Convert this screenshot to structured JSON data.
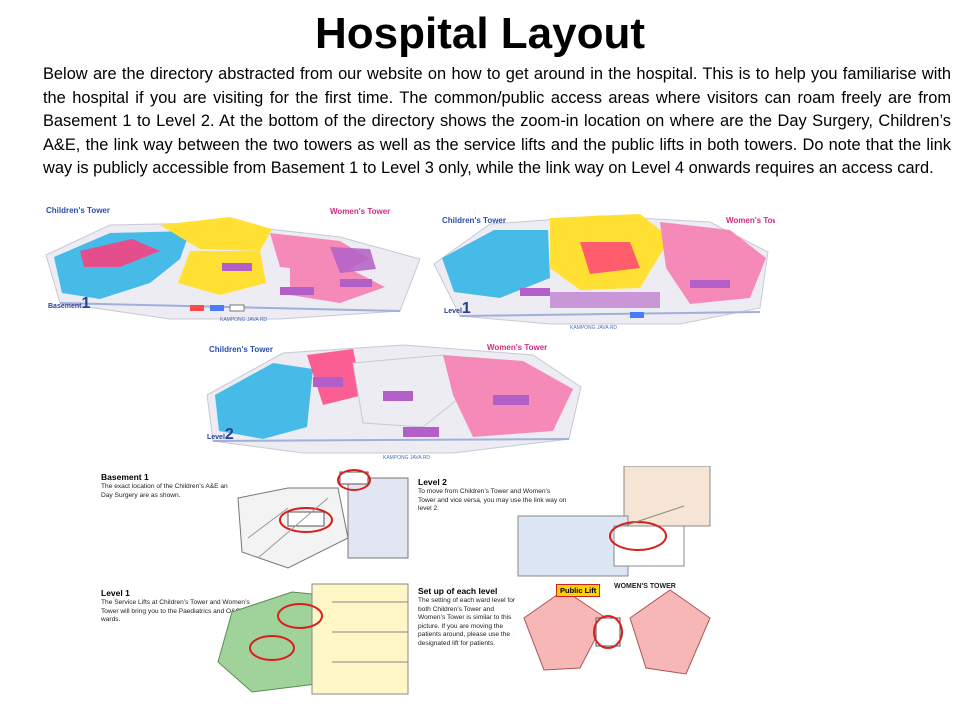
{
  "page": {
    "title": "Hospital Layout",
    "intro": "Below are the directory abstracted from our website on how to get around in the hospital. This is to help you familiarise with the hospital if you are visiting for the first time. The common/public access areas where visitors can roam freely are from Basement 1 to Level 2. At the bottom of the directory shows the zoom-in location on where are the Day Surgery, Children’s A&E, the link way between the two towers as well as the service lifts and the public lifts in both towers. Do note that the link way is publicly accessible from Basement 1 to Level 3 only, while the link way on Level 4 onwards requires an access card."
  },
  "maps": {
    "childrens_tower": "Children's Tower",
    "womens_tower": "Women's Tower",
    "kampong": "KAMPONG JAVA RD",
    "basement1": {
      "word": "Basement",
      "num": "1"
    },
    "level1": {
      "word": "Level",
      "num": "1"
    },
    "level2": {
      "word": "Level",
      "num": "2"
    }
  },
  "zoom": {
    "basement1": {
      "title": "Basement 1",
      "text": "The exact location of the Children’s A&E and the Day Surgery are as shown."
    },
    "level2": {
      "title": "Level 2",
      "text": "To move from Children’s Tower and Women’s Tower and vice versa, you may use the link way on level 2."
    },
    "level1": {
      "title": "Level 1",
      "text": "The Service Lifts at Children’s Tower and Women’s Tower will bring you to the Paediatrics and O&G wards."
    },
    "setup": {
      "title": "Set up of each level",
      "text": "The setting of each ward level for both Children’s Tower and Women’s Tower is similar to this picture. If you are moving the patients around, please use the designated lift for patients."
    },
    "public_lift": "Public Lift",
    "womens_tower_caps": "WOMEN'S TOWER"
  },
  "colors": {
    "childrens": "#2ab3e6",
    "womens": "#f06aa8",
    "central": "#ffe033",
    "purple": "#b25fc7",
    "floor": "#e9e9ef"
  }
}
